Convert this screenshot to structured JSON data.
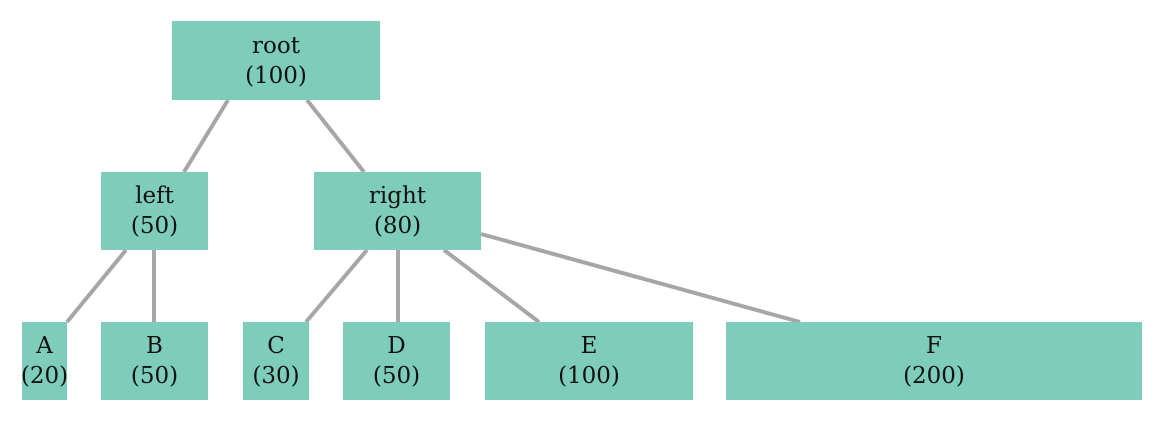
{
  "colors": {
    "node_fill": "#7ecdbb",
    "edge": "#a6a6a6",
    "text": "#111111"
  },
  "tree": {
    "root": {
      "name": "root",
      "value": "(100)"
    },
    "left": {
      "name": "left",
      "value": "(50)"
    },
    "right": {
      "name": "right",
      "value": "(80)"
    },
    "a": {
      "name": "A",
      "value": "(20)"
    },
    "b": {
      "name": "B",
      "value": "(50)"
    },
    "c": {
      "name": "C",
      "value": "(30)"
    },
    "d": {
      "name": "D",
      "value": "(50)"
    },
    "e": {
      "name": "E",
      "value": "(100)"
    },
    "f": {
      "name": "F",
      "value": "(200)"
    }
  }
}
